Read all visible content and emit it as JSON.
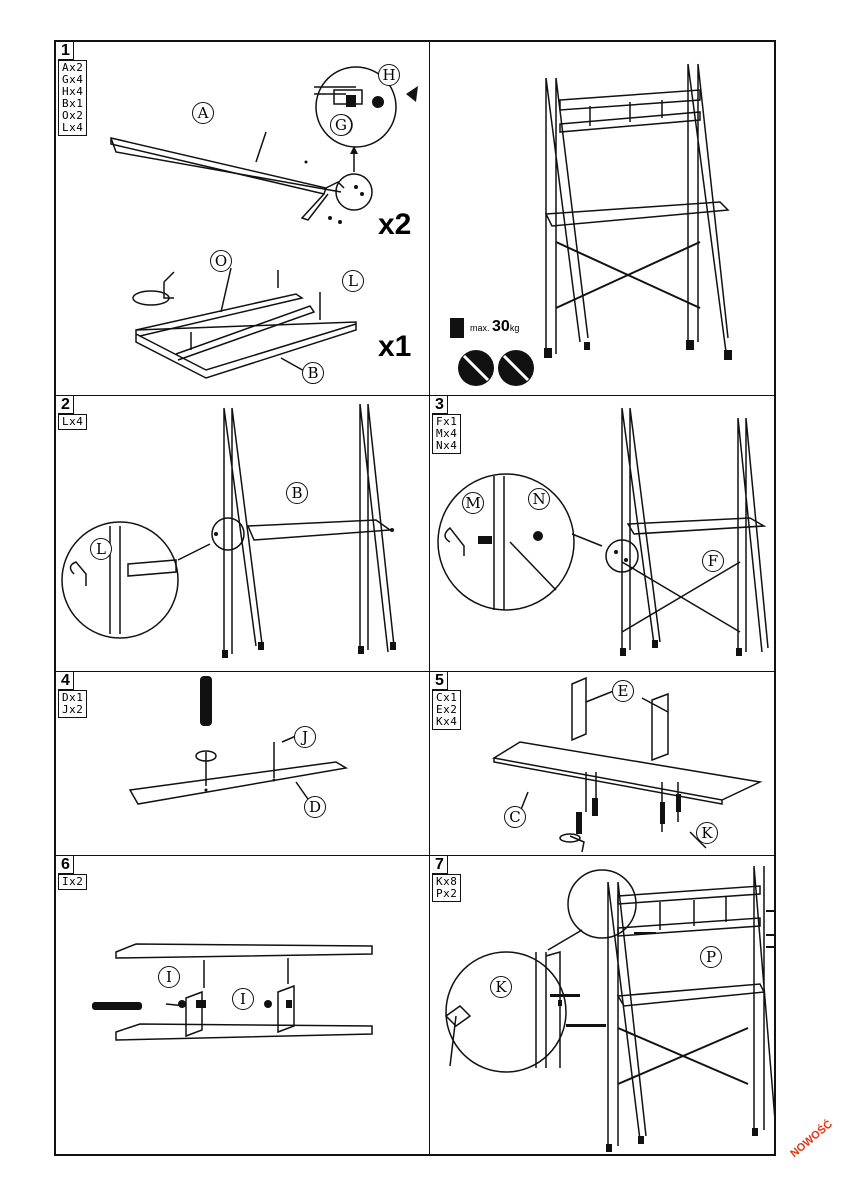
{
  "steps": [
    {
      "number": "1",
      "parts": [
        "Ax2",
        "Gx4",
        "Hx4",
        "Bx1",
        "Ox2",
        "Lx4"
      ],
      "multipliers": [
        "x2",
        "x1"
      ],
      "labels": [
        "A",
        "H",
        "G",
        "O",
        "L",
        "B"
      ]
    },
    {
      "number": "",
      "weight": {
        "prefix": "max.",
        "value": "30",
        "unit": "kg"
      }
    },
    {
      "number": "2",
      "parts": [
        "Lx4"
      ],
      "labels": [
        "B",
        "L"
      ]
    },
    {
      "number": "3",
      "parts": [
        "Fx1",
        "Mx4",
        "Nx4"
      ],
      "labels": [
        "M",
        "N",
        "F"
      ]
    },
    {
      "number": "4",
      "parts": [
        "Dx1",
        "Jx2"
      ],
      "labels": [
        "J",
        "D"
      ]
    },
    {
      "number": "5",
      "parts": [
        "Cx1",
        "Ex2",
        "Kx4"
      ],
      "labels": [
        "E",
        "C",
        "K"
      ]
    },
    {
      "number": "6",
      "parts": [
        "Ix2"
      ],
      "labels": [
        "I",
        "I"
      ]
    },
    {
      "number": "7",
      "parts": [
        "Kx8",
        "Px2"
      ],
      "labels": [
        "P",
        "K"
      ]
    }
  ],
  "stamp": "NOWOŚĆ"
}
